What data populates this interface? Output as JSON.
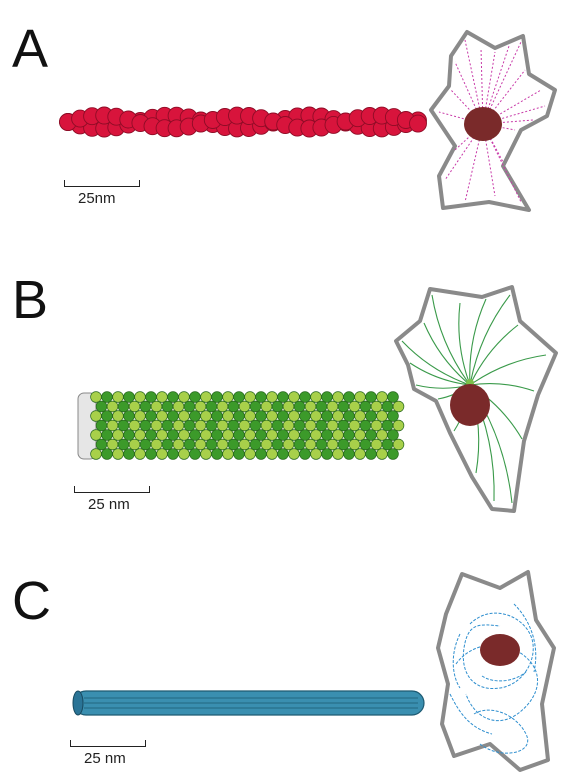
{
  "panels": [
    {
      "label": "A",
      "scale_label": "25nm",
      "filament_color": "#d8143c",
      "network_color": "#c83aa8"
    },
    {
      "label": "B",
      "scale_label": "25 nm",
      "filament_color": "#3c9a2a",
      "network_color": "#3a9a4a"
    },
    {
      "label": "C",
      "scale_label": "25 nm",
      "filament_color": "#3a8fb0",
      "network_color": "#2f8fcf"
    }
  ],
  "cell": {
    "outline_color": "#8a8a8a",
    "nucleus_color": "#7a2a2a"
  }
}
